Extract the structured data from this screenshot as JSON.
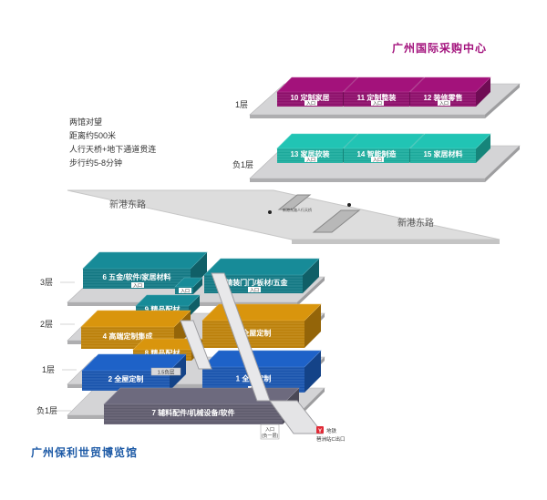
{
  "colors": {
    "magenta": "#a3127b",
    "teal": "#21c4b4",
    "gold": "#d9950d",
    "blue": "#1e62c8",
    "darkteal": "#178b98",
    "gray": "#6d6a7e",
    "plate": "#d4d4d6",
    "road": "#dddddd",
    "title_pink": "#a3137d",
    "title_blue": "#1d5aa6"
  },
  "center_title": "广州国际采购中心",
  "mall_title": "广州保利世贸博览馆",
  "notes": [
    "两馆对望",
    "距离约500米",
    "人行天桥+地下通道贯连",
    "步行约5-8分钟"
  ],
  "road": {
    "label_left": "新港东路",
    "label_right": "新港东路"
  },
  "center_floors": [
    {
      "label": "1层",
      "blocks": [
        {
          "num": "10",
          "name": "定制家居",
          "entrance": "入口"
        },
        {
          "num": "11",
          "name": "定制整装",
          "entrance": "入口"
        },
        {
          "num": "12",
          "name": "装修零售",
          "entrance": "入口"
        }
      ]
    },
    {
      "label": "负1层",
      "blocks": [
        {
          "num": "13",
          "name": "家居软装",
          "entrance": "入口"
        },
        {
          "num": "14",
          "name": "智能制造",
          "entrance": "入口"
        },
        {
          "num": "15",
          "name": "家居材料",
          "entrance": ""
        }
      ]
    }
  ],
  "mall_floors": [
    {
      "label": "3层"
    },
    {
      "label": "2层"
    },
    {
      "label": "1层"
    },
    {
      "label": "负1层"
    }
  ],
  "mall_blocks": [
    {
      "num": "6",
      "name": "五金/软件/家居材料",
      "entrance": "入口"
    },
    {
      "num": "",
      "name": "",
      "entrance": "入口"
    },
    {
      "num": "5",
      "name": "精装门门/板材/五金",
      "entrance": "入口"
    },
    {
      "num": "9",
      "name": "精品配材",
      "entrance": ""
    },
    {
      "num": "4",
      "name": "高端定制集成",
      "entrance": ""
    },
    {
      "num": "3",
      "name": "全屋定制",
      "entrance": ""
    },
    {
      "num": "8",
      "name": "精品配材",
      "entrance": ""
    },
    {
      "num": "2",
      "name": "全屋定制",
      "entrance": ""
    },
    {
      "num": "1",
      "name": "全屋定制",
      "entrance": "入口"
    },
    {
      "num": "7",
      "name": "辅料配件/机械设备/软件",
      "entrance": ""
    }
  ],
  "escalator_label": "1.5负层",
  "mall_entrance": "入口\n(负一层)",
  "metro": {
    "icon": "Y",
    "line1": "地铁",
    "line2": "琶洲站C出口"
  },
  "bridge_label": "新港东路人行天桥"
}
